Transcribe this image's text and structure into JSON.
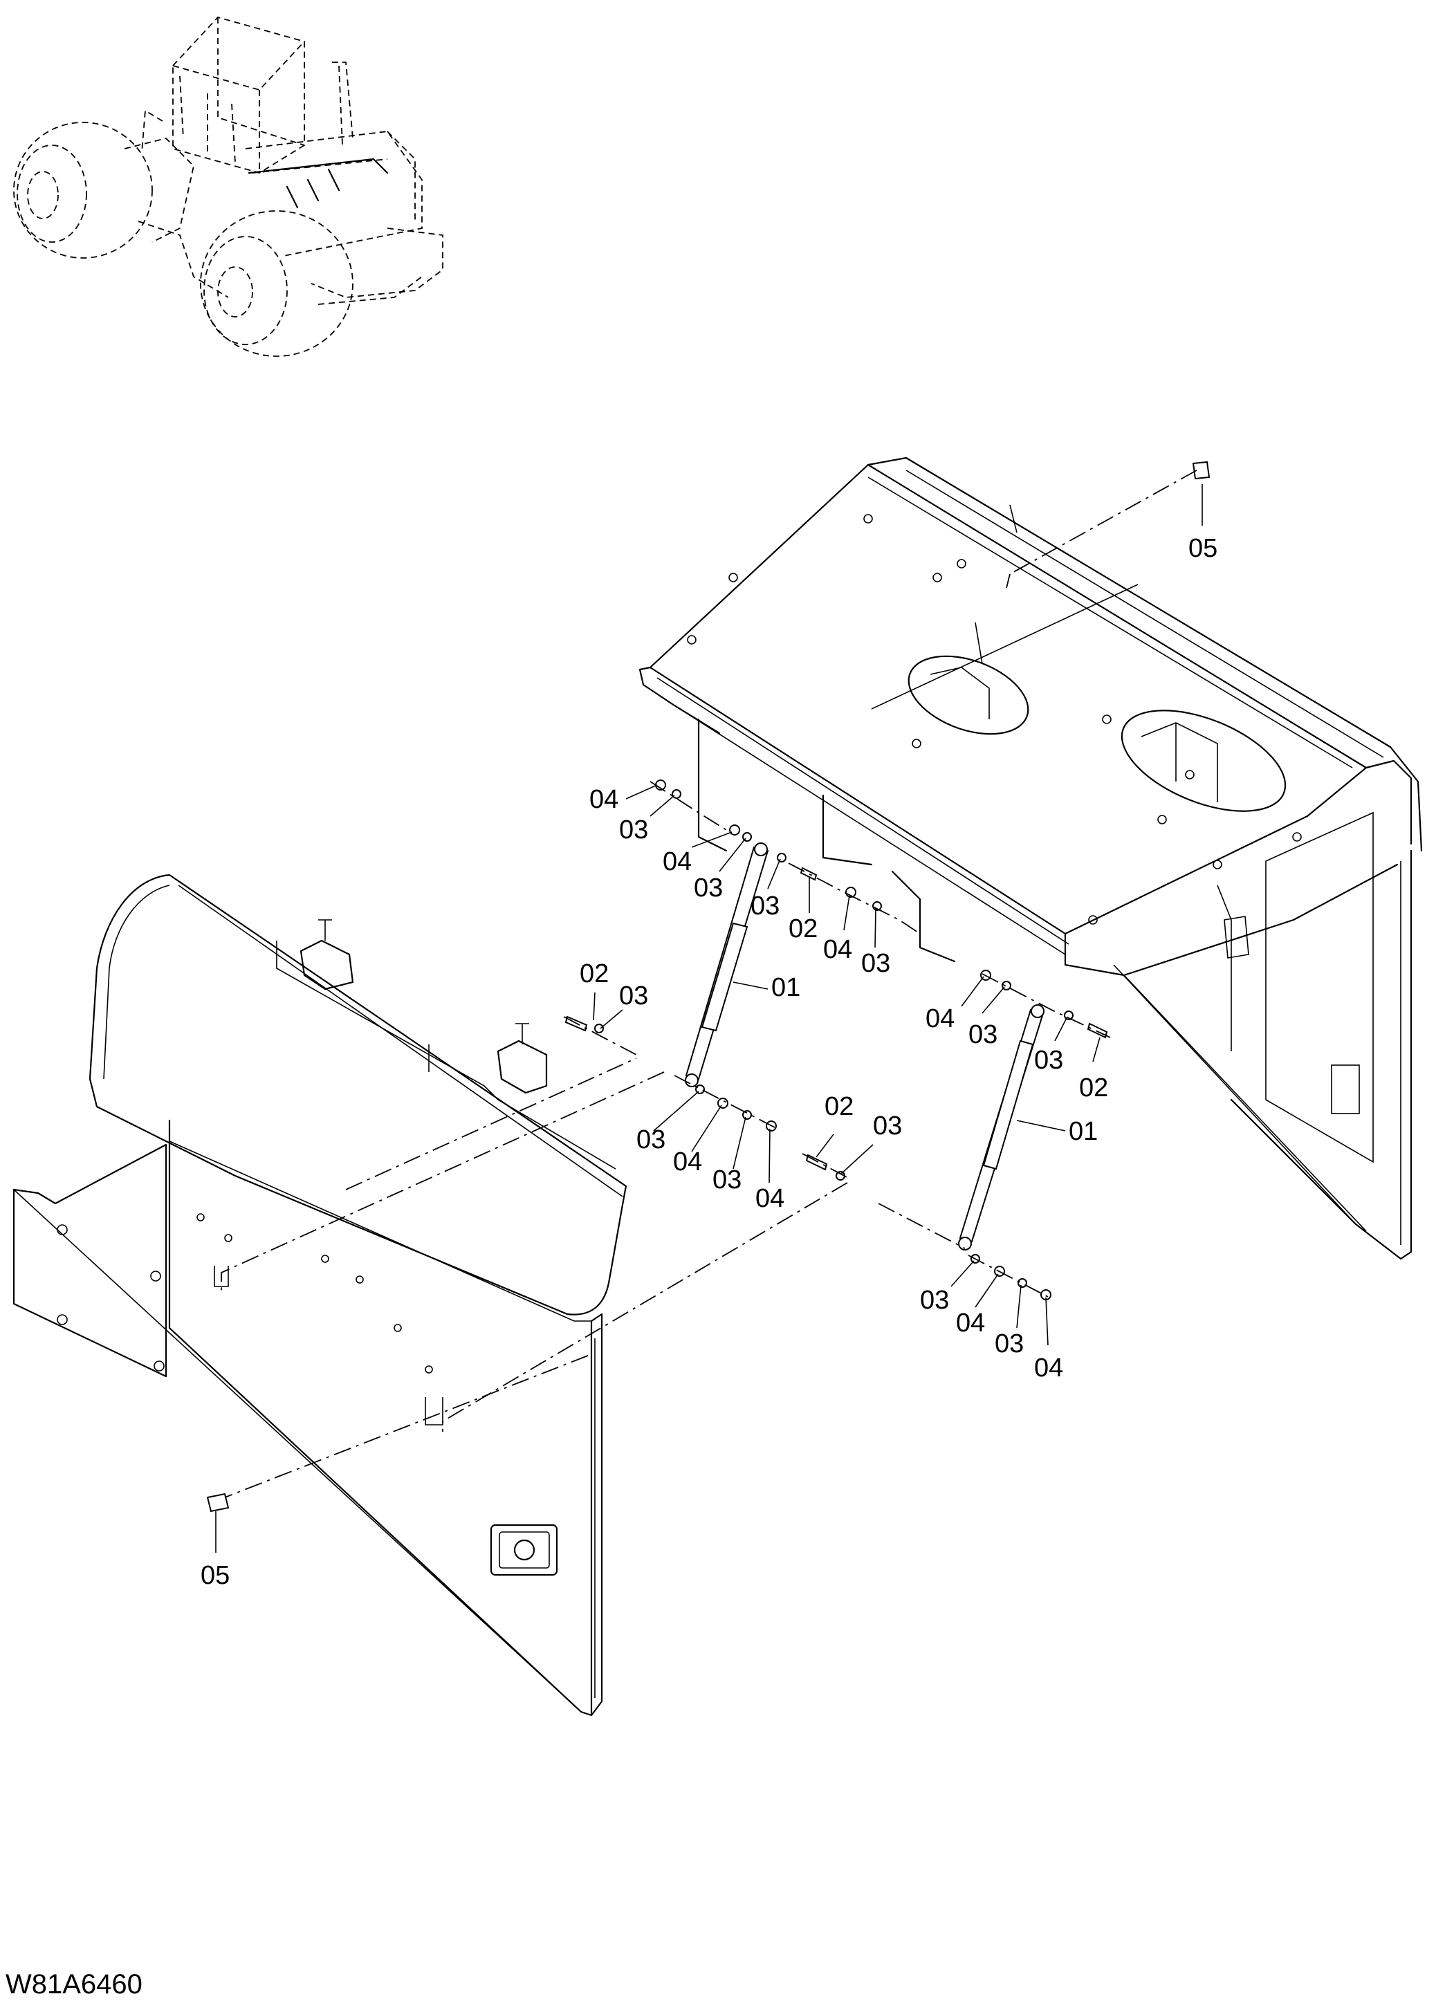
{
  "drawing_code": "W81A6460",
  "callouts": [
    {
      "id": "c05-top",
      "text": "05"
    },
    {
      "id": "c04-a",
      "text": "04"
    },
    {
      "id": "c03-a",
      "text": "03"
    },
    {
      "id": "c04-b",
      "text": "04"
    },
    {
      "id": "c03-b",
      "text": "03"
    },
    {
      "id": "c03-c",
      "text": "03"
    },
    {
      "id": "c02-a",
      "text": "02"
    },
    {
      "id": "c04-c",
      "text": "04"
    },
    {
      "id": "c03-d",
      "text": "03"
    },
    {
      "id": "c01-a",
      "text": "01"
    },
    {
      "id": "c02-b",
      "text": "02"
    },
    {
      "id": "c03-e",
      "text": "03"
    },
    {
      "id": "c04-d",
      "text": "04"
    },
    {
      "id": "c03-f",
      "text": "03"
    },
    {
      "id": "c03-g",
      "text": "03"
    },
    {
      "id": "c02-c",
      "text": "02"
    },
    {
      "id": "c01-b",
      "text": "01"
    },
    {
      "id": "c03-h",
      "text": "03"
    },
    {
      "id": "c04-e",
      "text": "04"
    },
    {
      "id": "c03-i",
      "text": "03"
    },
    {
      "id": "c04-f",
      "text": "04"
    },
    {
      "id": "c02-d",
      "text": "02"
    },
    {
      "id": "c03-j",
      "text": "03"
    },
    {
      "id": "c03-k",
      "text": "03"
    },
    {
      "id": "c04-g",
      "text": "04"
    },
    {
      "id": "c03-l",
      "text": "03"
    },
    {
      "id": "c04-h",
      "text": "04"
    },
    {
      "id": "c05-bottom",
      "text": "05"
    }
  ]
}
